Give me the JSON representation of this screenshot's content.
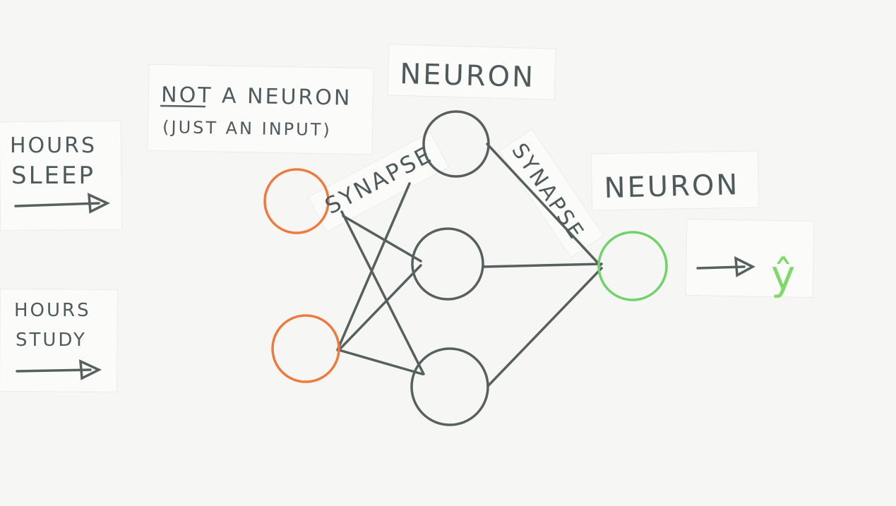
{
  "labels": {
    "input_sleep": [
      "HOURS",
      "SLEEP"
    ],
    "input_study": [
      "HOURS",
      "STUDY"
    ],
    "not_neuron": [
      "NOT A NEURON",
      "(JUST AN INPUT)"
    ],
    "neuron_hidden": "NEURON",
    "neuron_output": "NEURON",
    "synapse_left": "SYNAPSE",
    "synapse_right": "SYNAPSE",
    "output_symbol": "ŷ"
  },
  "colors": {
    "input_node": "#f07a3e",
    "hidden_node": "#56605f",
    "output_node": "#6fd26a",
    "ink": "#4e5a5c",
    "output_symbol": "#7fd86b"
  },
  "icons": {
    "arrow": "right-arrow-icon"
  }
}
